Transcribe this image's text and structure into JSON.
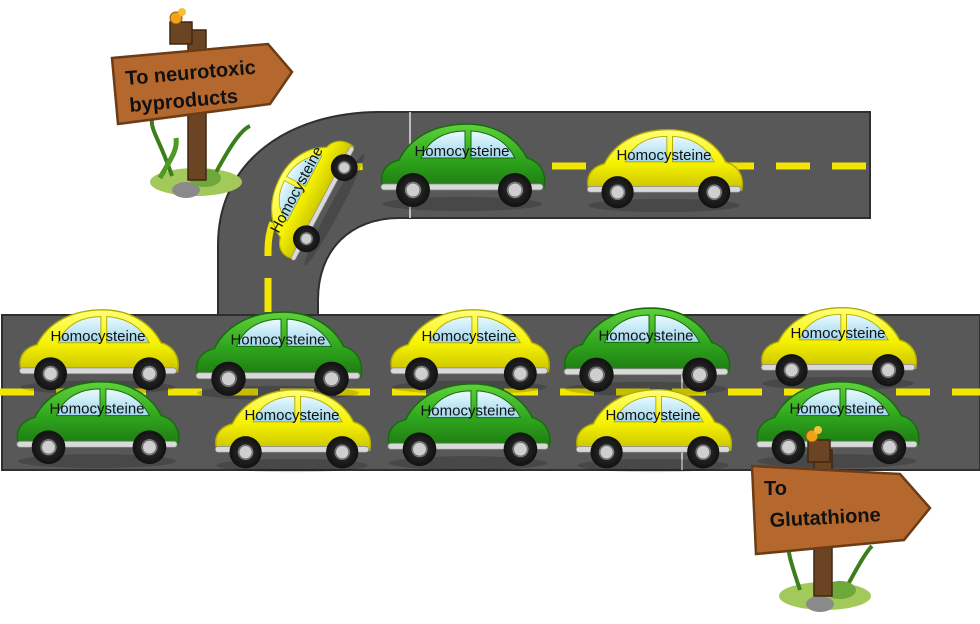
{
  "colors": {
    "road": "#585858",
    "road_edge": "#3a3a3a",
    "lane_marking": "#f2e600",
    "car_green": "#2fa51d",
    "car_yellow": "#f6f200",
    "sign_wood": "#b5682e"
  },
  "car_label": "Homocysteine",
  "signs": {
    "neurotoxic": {
      "line1": "To neurotoxic",
      "line2": "byproducts"
    },
    "glutathione": {
      "line1": "To",
      "line2": "Glutathione"
    }
  },
  "cars": [
    {
      "id": "ramp-1",
      "color": "yellow",
      "label": "Homocysteine"
    },
    {
      "id": "top-1",
      "color": "green",
      "label": "Homocysteine"
    },
    {
      "id": "top-2",
      "color": "yellow",
      "label": "Homocysteine"
    },
    {
      "id": "upper-1",
      "color": "yellow",
      "label": "Homocysteine"
    },
    {
      "id": "upper-2",
      "color": "green",
      "label": "Homocysteine"
    },
    {
      "id": "upper-3",
      "color": "yellow",
      "label": "Homocysteine"
    },
    {
      "id": "upper-4",
      "color": "green",
      "label": "Homocysteine"
    },
    {
      "id": "upper-5",
      "color": "yellow",
      "label": "Homocysteine"
    },
    {
      "id": "lower-1",
      "color": "green",
      "label": "Homocysteine"
    },
    {
      "id": "lower-2",
      "color": "yellow",
      "label": "Homocysteine"
    },
    {
      "id": "lower-3",
      "color": "green",
      "label": "Homocysteine"
    },
    {
      "id": "lower-4",
      "color": "yellow",
      "label": "Homocysteine"
    },
    {
      "id": "lower-5",
      "color": "green",
      "label": "Homocysteine"
    }
  ]
}
